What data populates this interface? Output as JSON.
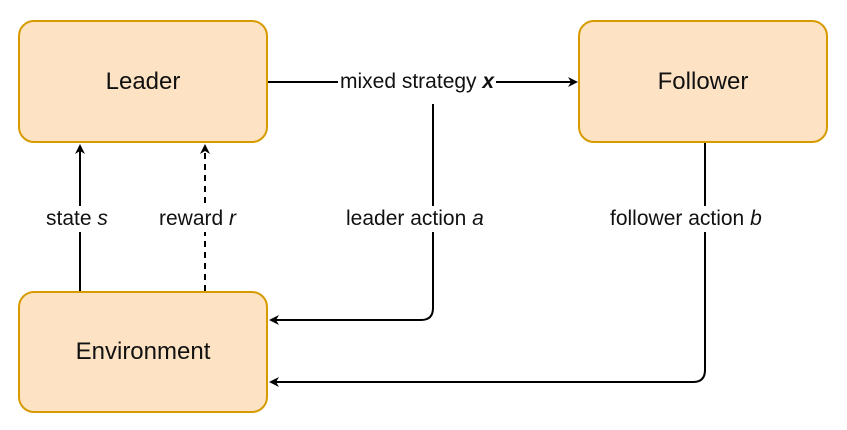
{
  "nodes": {
    "leader": "Leader",
    "follower": "Follower",
    "environment": "Environment"
  },
  "edges": {
    "mixed_strategy": {
      "text": "mixed strategy",
      "symbol": "x"
    },
    "state": {
      "text": "state",
      "symbol": "s"
    },
    "reward": {
      "text": "reward",
      "symbol": "r"
    },
    "leader_action": {
      "text": "leader action",
      "symbol": "a"
    },
    "follower_action": {
      "text": "follower action",
      "symbol": "b"
    }
  },
  "colors": {
    "node_fill": "#fde3c4",
    "node_border": "#d79b00",
    "line": "#000000"
  }
}
